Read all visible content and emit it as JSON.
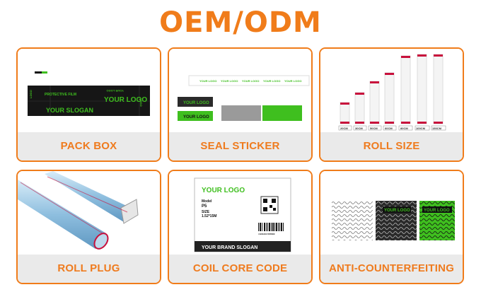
{
  "header": {
    "title": "OEM/ODM"
  },
  "colors": {
    "accent": "#f07c1a",
    "brand_green": "#3fbf1f",
    "caption_bg": "#eaeaea",
    "stripe_red": "#c8103c"
  },
  "cards": [
    {
      "caption": "PACK BOX",
      "visual": {
        "logo_text": "YOUR LOGO",
        "slogan_text": "YOUR SLOGAN",
        "icon": "pack-box-illustration"
      }
    },
    {
      "caption": "SEAL STICKER",
      "visual": {
        "logo_text": "YOUR LOGO",
        "icon": "seal-sticker-illustration"
      }
    },
    {
      "caption": "ROLL SIZE",
      "visual": {
        "sizes": [
          "20CM",
          "30CM",
          "50CM",
          "60CM",
          "80CM",
          "100CM",
          "150CM"
        ],
        "icon": "roll-sizes-illustration"
      }
    },
    {
      "caption": "ROLL PLUG",
      "visual": {
        "icon": "roll-plug-illustration"
      }
    },
    {
      "caption": "COIL CORE CODE",
      "visual": {
        "logo_text": "YOUR LOGO",
        "model_label": "Model",
        "model_value": "P5",
        "size_label": "SIZE",
        "size_value": "1.52*15M",
        "barcode_number": "4 901234 567890",
        "slogan_text": "YOUR BRAND SLOGAN",
        "icon": "label-illustration"
      }
    },
    {
      "caption": "ANTI-COUNTERFEITING",
      "visual": {
        "logo_text": "YOUR LOGO",
        "icon": "anti-counterfeit-illustration"
      }
    }
  ]
}
